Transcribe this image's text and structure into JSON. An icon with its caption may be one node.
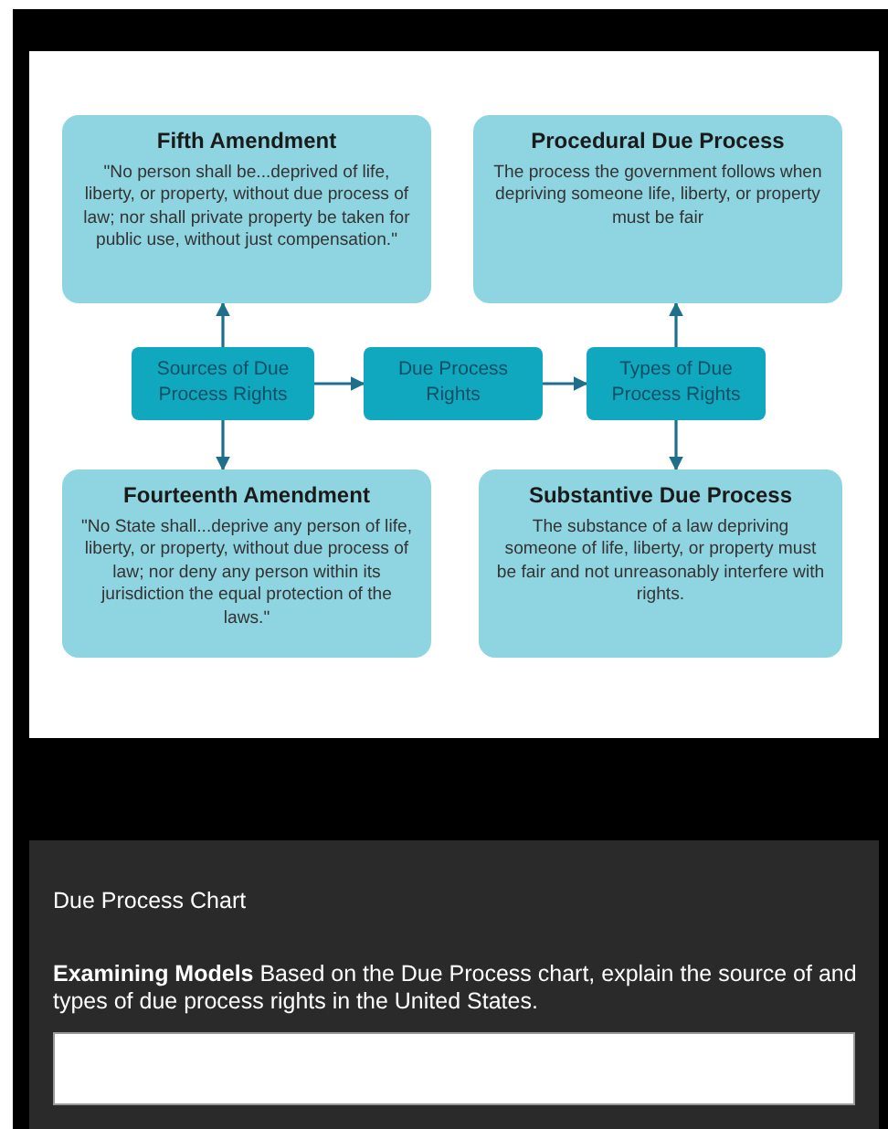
{
  "diagram": {
    "nodes": [
      {
        "text": [
          "Fifth Amendment",
          "\"No person shall be...deprived of life, liberty, or property, without due process of law; nor shall private property be taken for public use, without just compensation.\""
        ]
      },
      {
        "text": [
          "Procedural Due Process",
          "The process the government follows when depriving someone life, liberty, or property must be fair"
        ]
      },
      {
        "text": [
          "Sources of Due Process Rights"
        ]
      },
      {
        "text": [
          "Due Process Rights"
        ]
      },
      {
        "text": [
          "Types of Due Process Rights"
        ]
      },
      {
        "text": [
          "Fourteenth Amendment",
          "\"No State shall...deprive any person of life, liberty, or property, without due process of law; nor deny any person within its jurisdiction the equal protection of the laws.\""
        ]
      },
      {
        "text": [
          "Substantive Due Process",
          "The substance of a law depriving someone of life, liberty, or property must be fair and not unreasonably interfere with rights."
        ]
      }
    ],
    "edges": [
      {
        "from": 2,
        "to": 0,
        "arrow": "to"
      },
      {
        "from": 2,
        "to": 5,
        "arrow": "to"
      },
      {
        "from": 2,
        "to": 3,
        "arrow": "to"
      },
      {
        "from": 3,
        "to": 4,
        "arrow": "to"
      },
      {
        "from": 4,
        "to": 1,
        "arrow": "to"
      },
      {
        "from": 4,
        "to": 6,
        "arrow": "to"
      }
    ],
    "labels": [
      "Due Process Chart",
      "**Examining Models** Based on the Due Process chart, explain the source of and types of due process rights in the United States."
    ]
  }
}
